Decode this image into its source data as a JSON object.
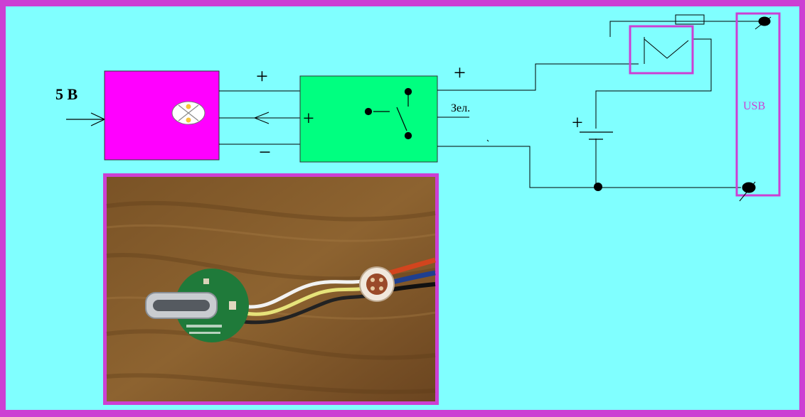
{
  "labels": {
    "input_voltage": "5 В",
    "plus_left": "+",
    "minus_left": "−",
    "plus_inner": "+",
    "plus_right": "+",
    "green_wire": "Зел.",
    "battery_plus": "+",
    "usb": "USB"
  },
  "colors": {
    "frame": "#cc3fd3",
    "background": "#80ffff",
    "charger_block": "#ff00ff",
    "module_block": "#00ff80",
    "usb_outline": "#cc3fd3",
    "wire": "#000000"
  },
  "photo": {
    "subject": "usb-type-c-pcb-with-wires-on-wooden-surface"
  }
}
